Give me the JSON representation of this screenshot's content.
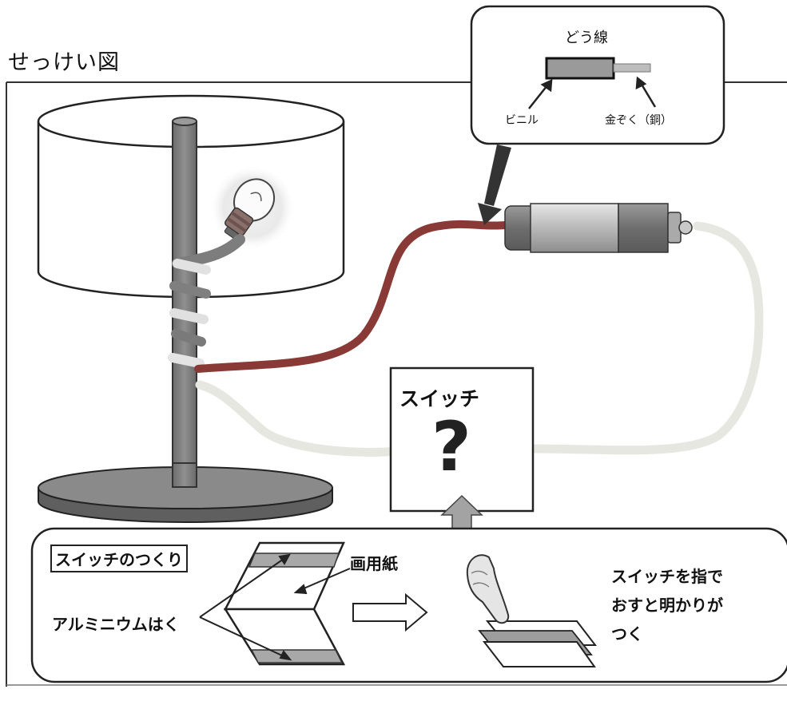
{
  "title": "せっけい図",
  "wire_callout": {
    "title": "どう線",
    "vinyl": "ビニル",
    "metal": "金ぞく（銅）"
  },
  "switch_box": {
    "title": "スイッチ",
    "unknown": "?"
  },
  "switch_howto": {
    "title": "スイッチのつくり",
    "paper": "画用紙",
    "foil": "アルミニウムはく",
    "instruction_lines": [
      "スイッチを指で",
      "おすと明かりが",
      "つく"
    ]
  },
  "colors": {
    "wire_dark": "#8a3a36",
    "wire_light": "#e7e7e1",
    "pole": "#7b7b7b",
    "base": "#6f6f6f",
    "foil": "#a8a8a8",
    "callout_vinyl": "#9a9a9a",
    "callout_copper": "#bdbdbd"
  }
}
